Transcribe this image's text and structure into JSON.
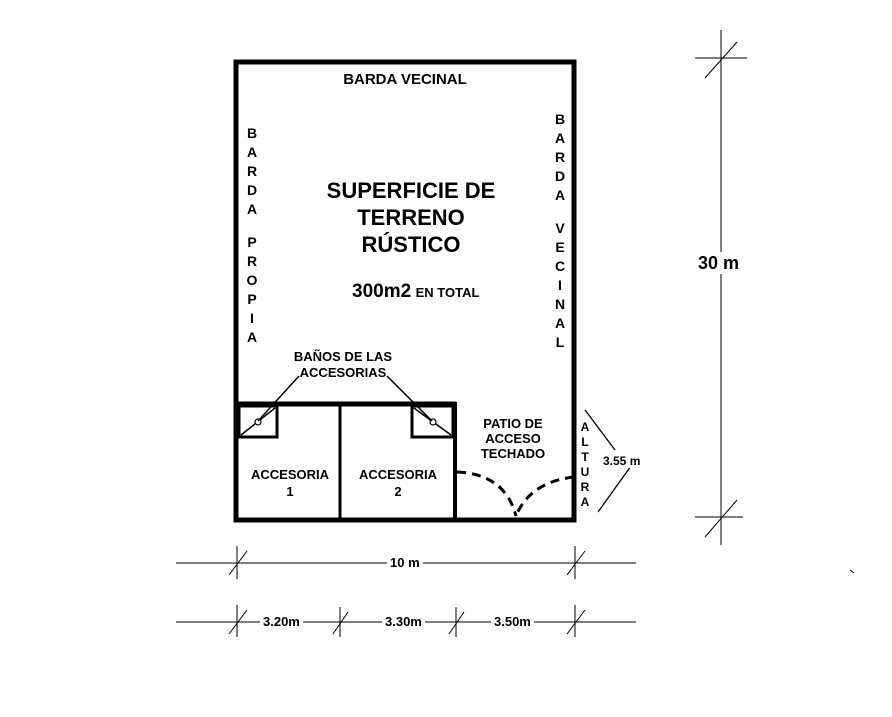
{
  "plan": {
    "top_wall": "BARDA VECINAL",
    "left_wall": "BARDA PROPIA",
    "right_wall": "BARDA VECINAL",
    "title_lines": [
      "SUPERFICIE DE",
      "TERRENO",
      "RÚSTICO"
    ],
    "area_value": "300m2",
    "area_note": "EN TOTAL",
    "baths_label_lines": [
      "BAÑOS DE LAS",
      "ACCESORIAS"
    ],
    "room1_lines": [
      "ACCESORIA",
      "1"
    ],
    "room2_lines": [
      "ACCESORIA",
      "2"
    ],
    "patio_lines": [
      "PATIO DE",
      "ACCESO",
      "TECHADO"
    ],
    "height_word": "ALTURA",
    "height_value": "3.55 m"
  },
  "dimensions": {
    "total_height": "30 m",
    "total_width": "10 m",
    "seg1": "3.20m",
    "seg2": "3.30m",
    "seg3": "3.50m"
  }
}
